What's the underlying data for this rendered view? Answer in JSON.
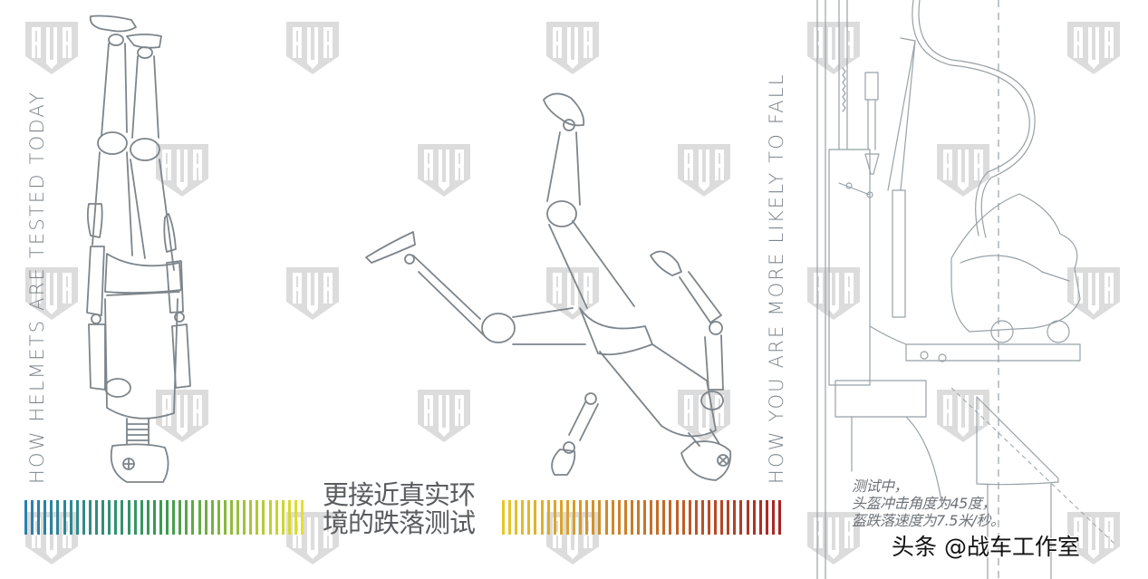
{
  "panels": {
    "left": {
      "vertical_label": "HOW HELMETS ARE TESTED TODAY",
      "figure": "upright-dummy-inverted-drawing"
    },
    "middle": {
      "heading_line1": "更接近真实环",
      "heading_line2": "境的跌落测试",
      "vertical_label": "HOW YOU ARE MORE LIKELY TO FALL",
      "figure": "falling-dummy-drawing"
    },
    "right": {
      "caption_line1": "测试中，",
      "caption_line2": "头盔冲击角度为45度，",
      "caption_line3": "盔跌落速度为7.5米/秒。",
      "figure": "helmet-drop-test-rig-drawing"
    }
  },
  "gradient_bars": {
    "left": {
      "count": 44,
      "start_color": "#2a7fb0",
      "mid_color": "#3a9a4f",
      "end_color": "#e6e02a"
    },
    "right": {
      "count": 44,
      "start_color": "#e8c52a",
      "mid_color": "#c9762a",
      "end_color": "#a82424"
    }
  },
  "watermark": {
    "text": "AVA",
    "color": "#dcdcdc"
  },
  "credit": "头条 @战车工作室",
  "colors": {
    "line_art": "#7d858b",
    "label_text": "#7c858b",
    "heading_text": "#5a5d60"
  }
}
